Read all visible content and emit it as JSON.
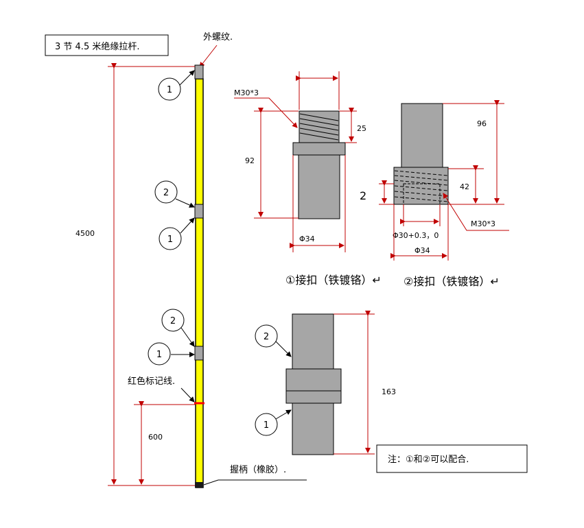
{
  "pole": {
    "title": "3 节 4.5 米绝缘拉杆.",
    "thread_label": "外螺纹.",
    "total_length": "4500",
    "red_mark_label": "红色标记线.",
    "handle_dim": "600",
    "handle_label": "握柄（橡胶）.",
    "joint_marks": [
      "1",
      "2",
      "1",
      "2",
      "1"
    ]
  },
  "part1": {
    "thread_spec": "M30*3",
    "height": "92",
    "thread_length": "25",
    "diameter": "Φ34",
    "caption": "①接扣（铁镀铬）↵"
  },
  "part2": {
    "height": "96",
    "thread_depth": "42",
    "side_mark": "2",
    "thread_spec": "M30*3",
    "bore": "Φ30+0.3，0",
    "diameter": "Φ34",
    "caption": "②接扣（铁镀铬）↵"
  },
  "assembly": {
    "length": "163",
    "marks": [
      "2",
      "1"
    ],
    "note": "注：①和②可以配合."
  },
  "colors": {
    "pole": "#ffff00",
    "joint": "#a6a6a6",
    "part_fill": "#a6a6a6",
    "dimension": "#c00000",
    "red_mark": "#ff0000",
    "outline": "#000000"
  }
}
